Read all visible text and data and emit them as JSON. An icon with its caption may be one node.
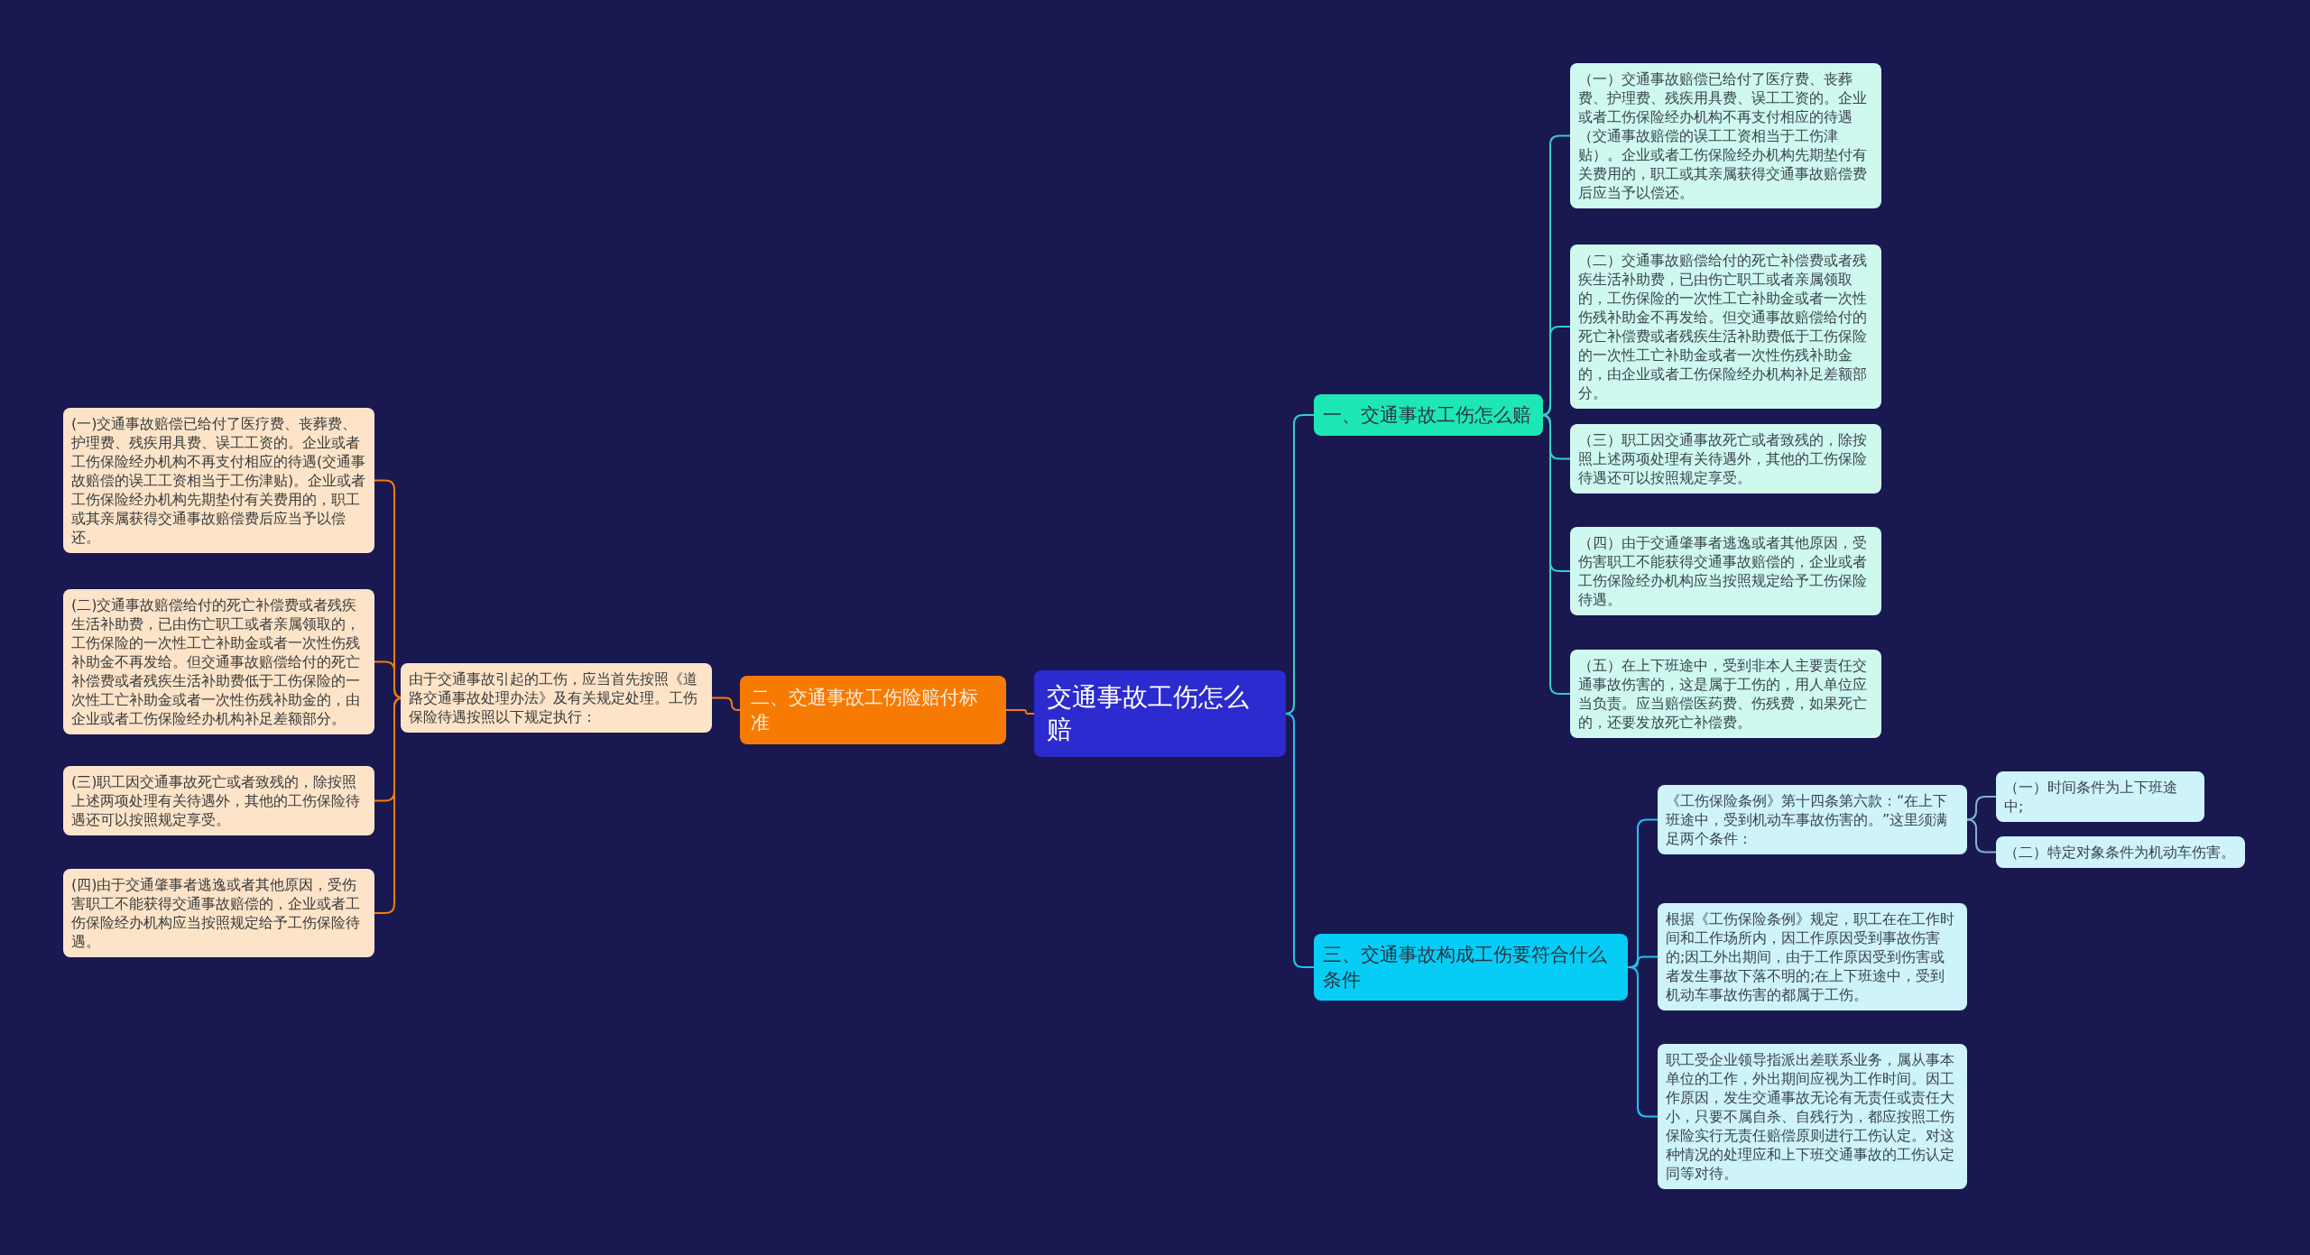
{
  "diagram": {
    "nodes": [
      {
        "text": [
          "交通事故工伤怎么赔"
        ]
      },
      {
        "text": [
          "一、交通事故工伤怎么赔"
        ]
      },
      {
        "text": [
          "（一）交通事故赔偿已给付了医疗费、丧葬费、护理费、残疾用具费、误工工资的。企业或者工伤保险经办机构不再支付相应的待遇（交通事故赔偿的误工工资相当于工伤津贴）。企业或者工伤保险经办机构先期垫付有关费用的，职工或其亲属获得交通事故赔偿费后应当予以偿还。"
        ]
      },
      {
        "text": [
          "（二）交通事故赔偿给付的死亡补偿费或者残疾生活补助费，已由伤亡职工或者亲属领取的，工伤保险的一次性工亡补助金或者一次性伤残补助金不再发给。但交通事故赔偿给付的死亡补偿费或者残疾生活补助费低于工伤保险的一次性工亡补助金或者一次性伤残补助金的，由企业或者工伤保险经办机构补足差额部分。"
        ]
      },
      {
        "text": [
          "（三）职工因交通事故死亡或者致残的，除按照上述两项处理有关待遇外，其他的工伤保险待遇还可以按照规定享受。"
        ]
      },
      {
        "text": [
          "（四）由于交通肇事者逃逸或者其他原因，受伤害职工不能获得交通事故赔偿的，企业或者工伤保险经办机构应当按照规定给予工伤保险待遇。"
        ]
      },
      {
        "text": [
          "（五）在上下班途中，受到非本人主要责任交通事故伤害的，这是属于工伤的，用人单位应当负责。应当赔偿医药费、伤残费，如果死亡的，还要发放死亡补偿费。"
        ]
      },
      {
        "text": [
          "二、交通事故工伤险赔付标准"
        ]
      },
      {
        "text": [
          "由于交通事故引起的工伤，应当首先按照《道路交通事故处理办法》及有关规定处理。工伤保险待遇按照以下规定执行："
        ]
      },
      {
        "text": [
          "(一)交通事故赔偿已给付了医疗费、丧葬费、护理费、残疾用具费、误工工资的。企业或者工伤保险经办机构不再支付相应的待遇(交通事故赔偿的误工工资相当于工伤津贴)。企业或者工伤保险经办机构先期垫付有关费用的，职工或其亲属获得交通事故赔偿费后应当予以偿还。"
        ]
      },
      {
        "text": [
          "(二)交通事故赔偿给付的死亡补偿费或者残疾生活补助费，已由伤亡职工或者亲属领取的，工伤保险的一次性工亡补助金或者一次性伤残补助金不再发给。但交通事故赔偿给付的死亡补偿费或者残疾生活补助费低于工伤保险的一次性工亡补助金或者一次性伤残补助金的，由企业或者工伤保险经办机构补足差额部分。"
        ]
      },
      {
        "text": [
          "(三)职工因交通事故死亡或者致残的，除按照上述两项处理有关待遇外，其他的工伤保险待遇还可以按照规定享受。"
        ]
      },
      {
        "text": [
          "(四)由于交通肇事者逃逸或者其他原因，受伤害职工不能获得交通事故赔偿的，企业或者工伤保险经办机构应当按照规定给予工伤保险待遇。"
        ]
      },
      {
        "text": [
          "三、交通事故构成工伤要符合什么条件"
        ]
      },
      {
        "text": [
          "《工伤保险条例》第十四条第六款：“在上下班途中，受到机动车事故伤害的。”这里须满足两个条件："
        ]
      },
      {
        "text": [
          "（一）时间条件为上下班途中;"
        ]
      },
      {
        "text": [
          "（二）特定对象条件为机动车伤害。"
        ]
      },
      {
        "text": [
          "根据《工伤保险条例》规定，职工在在工作时间和工作场所内，因工作原因受到事故伤害的;因工外出期间，由于工作原因受到伤害或者发生事故下落不明的;在上下班途中，受到机动车事故伤害的都属于工伤。"
        ]
      },
      {
        "text": [
          "职工受企业领导指派出差联系业务，属从事本单位的工作，外出期间应视为工作时间。因工作原因，发生交通事故无论有无责任或责任大小，只要不属自杀、自残行为，都应按照工伤保险实行无责任赔偿原则进行工伤认定。对这种情况的处理应和上下班交通事故的工伤认定同等对待。"
        ]
      }
    ],
    "edges": [
      {
        "from": 0,
        "to": 1,
        "arrow": "none"
      },
      {
        "from": 1,
        "to": 2,
        "arrow": "none"
      },
      {
        "from": 1,
        "to": 3,
        "arrow": "none"
      },
      {
        "from": 1,
        "to": 4,
        "arrow": "none"
      },
      {
        "from": 1,
        "to": 5,
        "arrow": "none"
      },
      {
        "from": 1,
        "to": 6,
        "arrow": "none"
      },
      {
        "from": 0,
        "to": 7,
        "arrow": "none",
        "color": "#f07c0a"
      },
      {
        "from": 7,
        "to": 8,
        "arrow": "none",
        "color": "#f07c0a"
      },
      {
        "from": 8,
        "to": 9,
        "arrow": "none",
        "color": "#f07c0a"
      },
      {
        "from": 8,
        "to": 10,
        "arrow": "none",
        "color": "#f07c0a"
      },
      {
        "from": 8,
        "to": 11,
        "arrow": "none",
        "color": "#f07c0a"
      },
      {
        "from": 8,
        "to": 12,
        "arrow": "none",
        "color": "#f07c0a"
      },
      {
        "from": 0,
        "to": 13,
        "arrow": "none",
        "color": "#20c4f0"
      },
      {
        "from": 13,
        "to": 14,
        "arrow": "none",
        "color": "#20c4f0"
      },
      {
        "from": 13,
        "to": 17,
        "arrow": "none",
        "color": "#20c4f0"
      },
      {
        "from": 13,
        "to": 18,
        "arrow": "none",
        "color": "#20c4f0"
      },
      {
        "from": 14,
        "to": 15,
        "arrow": "none",
        "color": "#7ab8c8"
      },
      {
        "from": 14,
        "to": 16,
        "arrow": "none",
        "color": "#7ab8c8"
      }
    ]
  }
}
